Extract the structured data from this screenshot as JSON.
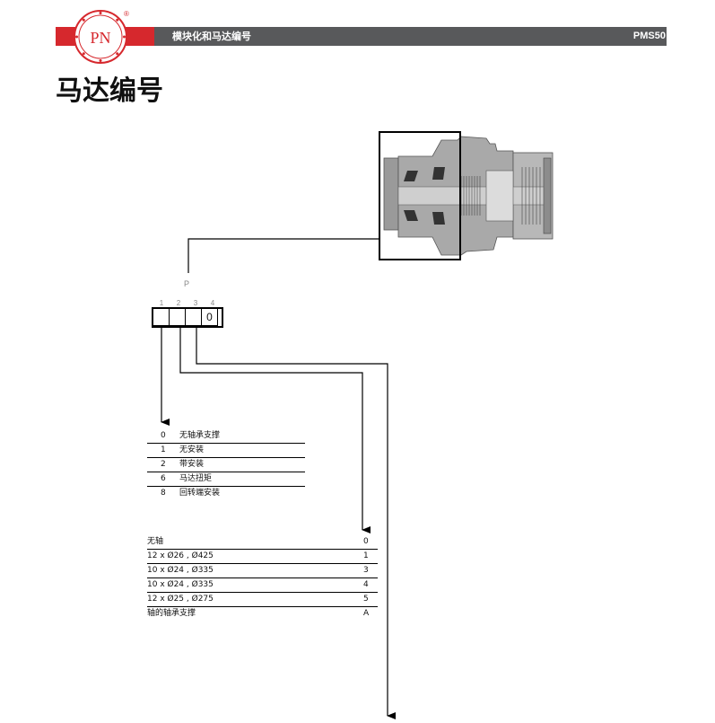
{
  "header": {
    "section_title": "模块化和马达编号",
    "product_code": "PMS50",
    "brand_color": "#d6282d",
    "bar_color": "#58595b"
  },
  "logo": {
    "text": "PN",
    "registered": "®"
  },
  "page_title": "马达编号",
  "diagram": {
    "position_letter": "P",
    "positions": [
      "1",
      "2",
      "3",
      "4"
    ],
    "code_values": [
      "",
      "",
      "",
      "0"
    ]
  },
  "table_position1": {
    "rows": [
      {
        "code": "0",
        "desc": "无轴承支撑"
      },
      {
        "code": "1",
        "desc": "无安装"
      },
      {
        "code": "2",
        "desc": "带安装"
      },
      {
        "code": "6",
        "desc": "马达扭矩"
      },
      {
        "code": "8",
        "desc": "回转端安装"
      }
    ]
  },
  "table_position3": {
    "rows": [
      {
        "desc": "无轴",
        "code": "0"
      },
      {
        "desc": "12 x Ø26  , Ø425",
        "code": "1"
      },
      {
        "desc": "10 x Ø24  , Ø335",
        "code": "3"
      },
      {
        "desc": "10 x Ø24  , Ø335",
        "code": "4"
      },
      {
        "desc": "12 x Ø25  , Ø275",
        "code": "5"
      },
      {
        "desc": "轴的轴承支撑",
        "code": "A"
      }
    ]
  }
}
